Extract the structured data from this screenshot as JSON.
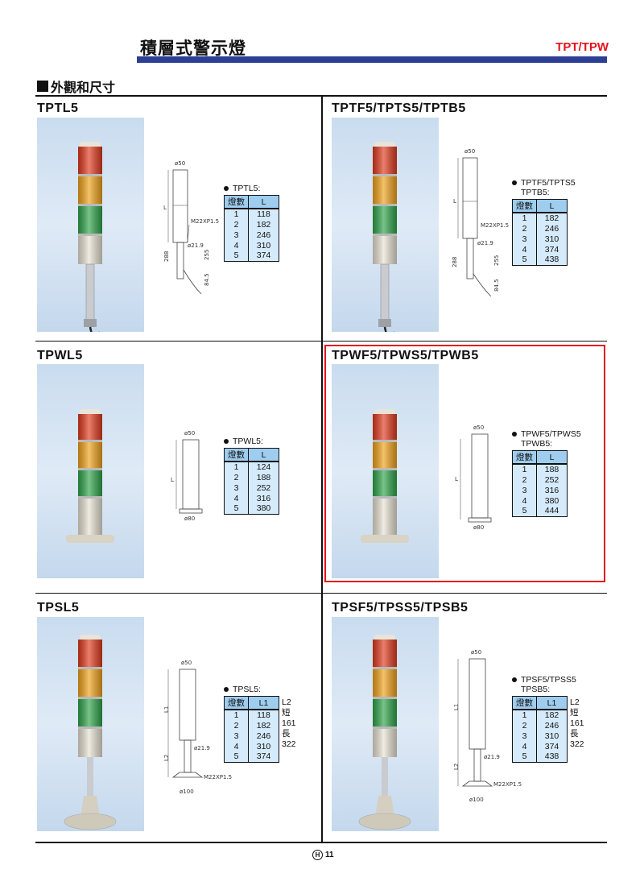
{
  "header": {
    "title": "積層式警示燈",
    "brand": "TPT/TPW",
    "brand_color": "#e3141c",
    "bar_color": "#2d3f94"
  },
  "section": {
    "title": "外觀和尺寸"
  },
  "products": [
    {
      "title": "TPTL5",
      "drawing": {
        "dia_top": "ø50",
        "len": "L",
        "thread": "M22XP1.5",
        "dia_mid": "ø21.9",
        "dim_a": "288",
        "dim_b": "255",
        "dim_c": "84.5"
      },
      "spec": {
        "label1": "TPTL5:",
        "label2": "",
        "col1": "燈數",
        "col2": "L",
        "rows": [
          [
            "1",
            "118"
          ],
          [
            "2",
            "182"
          ],
          [
            "3",
            "246"
          ],
          [
            "4",
            "310"
          ],
          [
            "5",
            "374"
          ]
        ]
      }
    },
    {
      "title": "TPTF5/TPTS5/TPTB5",
      "drawing": {
        "dia_top": "ø50",
        "len": "L",
        "thread": "M22XP1.5",
        "dia_mid": "ø21.9",
        "dim_a": "288",
        "dim_b": "255",
        "dim_c": "84.5"
      },
      "spec": {
        "label1": "TPTF5/TPTS5",
        "label2": "TPTB5:",
        "col1": "燈數",
        "col2": "L",
        "rows": [
          [
            "1",
            "182"
          ],
          [
            "2",
            "246"
          ],
          [
            "3",
            "310"
          ],
          [
            "4",
            "374"
          ],
          [
            "5",
            "438"
          ]
        ]
      }
    },
    {
      "title": "TPWL5",
      "drawing": {
        "dia_top": "ø50",
        "len": "L",
        "dia_base": "ø80"
      },
      "spec": {
        "label1": "TPWL5:",
        "label2": "",
        "col1": "燈數",
        "col2": "L",
        "rows": [
          [
            "1",
            "124"
          ],
          [
            "2",
            "188"
          ],
          [
            "3",
            "252"
          ],
          [
            "4",
            "316"
          ],
          [
            "5",
            "380"
          ]
        ]
      }
    },
    {
      "title": "TPWF5/TPWS5/TPWB5",
      "drawing": {
        "dia_top": "ø50",
        "len": "L",
        "dia_base": "ø80"
      },
      "spec": {
        "label1": "TPWF5/TPWS5",
        "label2": "TPWB5:",
        "col1": "燈數",
        "col2": "L",
        "rows": [
          [
            "1",
            "188"
          ],
          [
            "2",
            "252"
          ],
          [
            "3",
            "316"
          ],
          [
            "4",
            "380"
          ],
          [
            "5",
            "444"
          ]
        ]
      }
    },
    {
      "title": "TPSL5",
      "drawing": {
        "dia_top": "ø50",
        "len1": "L1",
        "len2": "L2",
        "thread": "M22XP1.5",
        "dia_mid": "ø21.9",
        "dia_base": "ø100"
      },
      "spec": {
        "label1": "TPSL5:",
        "label2": "",
        "col1": "燈數",
        "col2": "L1",
        "rows": [
          [
            "1",
            "118"
          ],
          [
            "2",
            "182"
          ],
          [
            "3",
            "246"
          ],
          [
            "4",
            "310"
          ],
          [
            "5",
            "374"
          ]
        ],
        "l2": [
          "L2",
          "短161",
          "長322"
        ]
      }
    },
    {
      "title": "TPSF5/TPSS5/TPSB5",
      "drawing": {
        "dia_top": "ø50",
        "len1": "L1",
        "len2": "L2",
        "thread": "M22XP1.5",
        "dia_mid": "ø21.9",
        "dia_base": "ø100"
      },
      "spec": {
        "label1": "TPSF5/TPSS5",
        "label2": "TPSB5:",
        "col1": "燈數",
        "col2": "L1",
        "rows": [
          [
            "1",
            "182"
          ],
          [
            "2",
            "246"
          ],
          [
            "3",
            "310"
          ],
          [
            "4",
            "374"
          ],
          [
            "5",
            "438"
          ]
        ],
        "l2": [
          "L2",
          "短161",
          "長322"
        ]
      }
    }
  ],
  "highlight_color": "#e3141c",
  "footer": {
    "logo": "H",
    "page": "11"
  }
}
